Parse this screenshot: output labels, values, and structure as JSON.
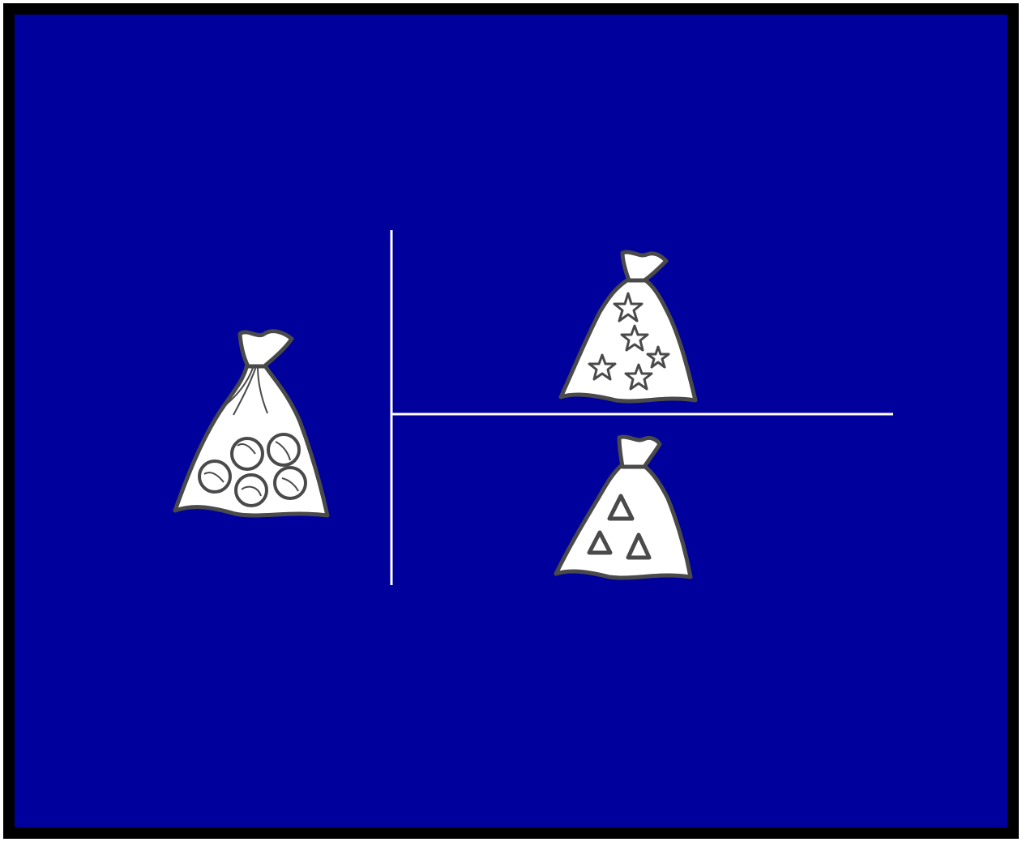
{
  "diagram": {
    "background_color": "#00009c",
    "frame_color": "#000000",
    "line_color": "#ffffff",
    "bag_fill": "#ffffff",
    "bag_outline": "#4a4a4a",
    "bags": [
      {
        "id": "left",
        "icon": "marbles-bag-icon",
        "contents": "marbles",
        "count": 5
      },
      {
        "id": "top-right",
        "icon": "stars-bag-icon",
        "contents": "stars",
        "count": 5
      },
      {
        "id": "bottom-right",
        "icon": "triangles-bag-icon",
        "contents": "triangles",
        "count": 3
      }
    ]
  }
}
